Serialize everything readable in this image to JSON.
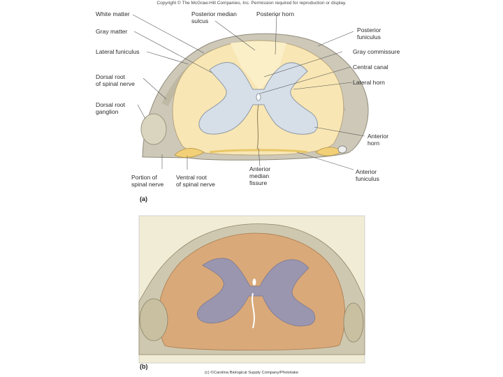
{
  "header": {
    "copyright": "Copyright © The McGraw-Hill Companies, Inc. Permission required for reproduction or display."
  },
  "panel_a": {
    "tag": "(a)",
    "labels": {
      "white_matter": "White matter",
      "gray_matter": "Gray matter",
      "lateral_funiculus": "Lateral funiculus",
      "dorsal_root": [
        "Dorsal root",
        "of spinal nerve"
      ],
      "dorsal_root_ganglion": [
        "Dorsal root",
        "ganglion"
      ],
      "portion_of_spinal_nerve": [
        "Portion of",
        "spinal nerve"
      ],
      "ventral_root": [
        "Ventral root",
        "of spinal nerve"
      ],
      "anterior_median_fissure": [
        "Anterior",
        "median",
        "fissure"
      ],
      "posterior_median_sulcus": [
        "Posterior median",
        "sulcus"
      ],
      "posterior_horn": "Posterior horn",
      "posterior_funiculus": [
        "Posterior",
        "funiculus"
      ],
      "gray_commissure": "Gray commissure",
      "central_canal": "Central canal",
      "lateral_horn": "Lateral horn",
      "anterior_horn": [
        "Anterior",
        "horn"
      ],
      "anterior_funiculus": [
        "Anterior",
        "funiculus"
      ]
    }
  },
  "panel_b": {
    "tag": "(b)",
    "credit": "(c) ©Carolina Biological Supply Company/Phototake"
  },
  "colors": {
    "white_matter": "#f8e7b6",
    "gray_matter": "#d4dde6",
    "meninges": "#c9c4b6",
    "ganglion": "#d8d4bd",
    "roots": "#f1d07a",
    "photo_white": "#d8a878",
    "photo_gray": "#9c97b0",
    "photo_bg": "#f0ecd8"
  }
}
